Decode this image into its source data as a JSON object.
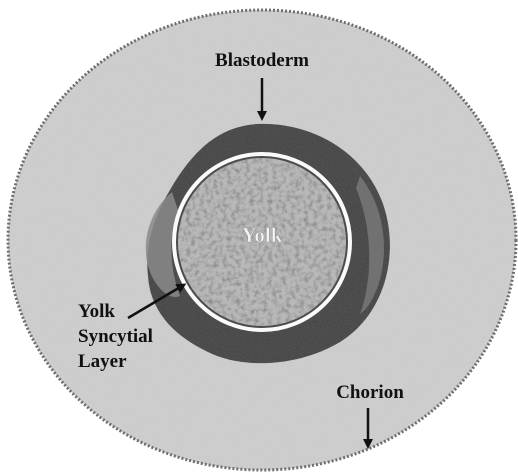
{
  "labels": {
    "blastoderm": "Blastoderm",
    "yolk": "Yolk",
    "ysl_line1": "Yolk",
    "ysl_line2": "Syncytial",
    "ysl_line3": "Layer",
    "chorion": "Chorion"
  }
}
